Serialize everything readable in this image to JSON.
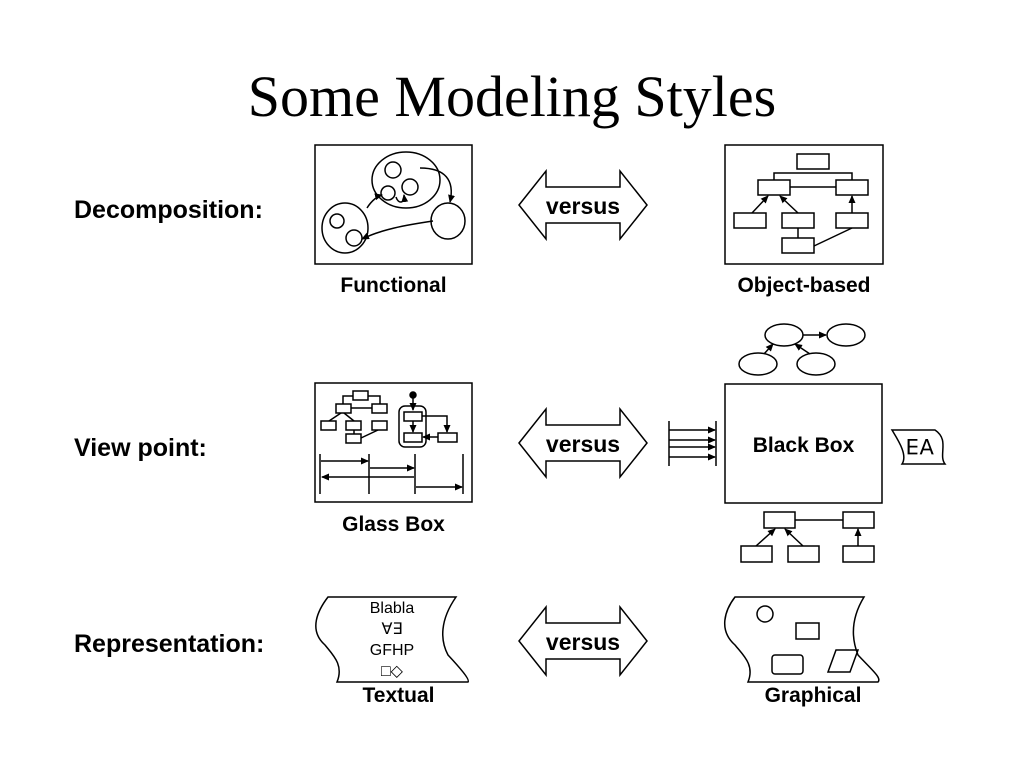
{
  "title": "Some Modeling Styles",
  "rows": {
    "decomposition": {
      "label": "Decomposition:",
      "left_caption": "Functional",
      "versus": "versus",
      "right_caption": "Object-based"
    },
    "viewpoint": {
      "label": "View point:",
      "left_caption": "Glass Box",
      "versus": "versus",
      "right_box_text": "Black Box",
      "right_symbol": "∀∃"
    },
    "representation": {
      "label": "Representation:",
      "left_caption": "Textual",
      "textual_lines": [
        "Blabla",
        "∀∃",
        "GFHP",
        "□◇"
      ],
      "versus": "versus",
      "right_caption": "Graphical"
    }
  }
}
